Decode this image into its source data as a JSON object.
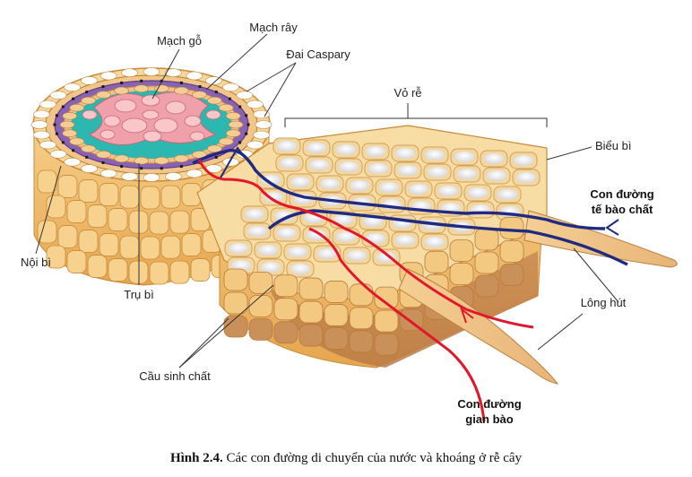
{
  "labels": {
    "mach_go": "Mạch gỗ",
    "mach_ray": "Mạch rây",
    "dai_caspary": "Đai Caspary",
    "vo_re": "Vỏ rễ",
    "bieu_bi": "Biểu bì",
    "con_duong_te_bao_chat_1": "Con đường",
    "con_duong_te_bao_chat_2": "tế bào chất",
    "noi_bi": "Nội bì",
    "tru_bi": "Trụ bì",
    "long_hut": "Lông hút",
    "cau_sinh_chat": "Cầu sinh chất",
    "con_duong_gian_bao_1": "Con đường",
    "con_duong_gian_bao_2": "gian bào"
  },
  "caption": {
    "prefix": "Hình 2.4.",
    "text": " Các con đường di chuyển của nước và khoáng ở rễ cây"
  },
  "colors": {
    "symplast_path": "#1f2a80",
    "apoplast_path": "#e0182a",
    "cell_wall": "#e9b85a",
    "cell_fill": "#f8e2b2",
    "xylem": "#f1a0a8",
    "phloem": "#39b8b4",
    "endodermis": "#8a62b4"
  }
}
